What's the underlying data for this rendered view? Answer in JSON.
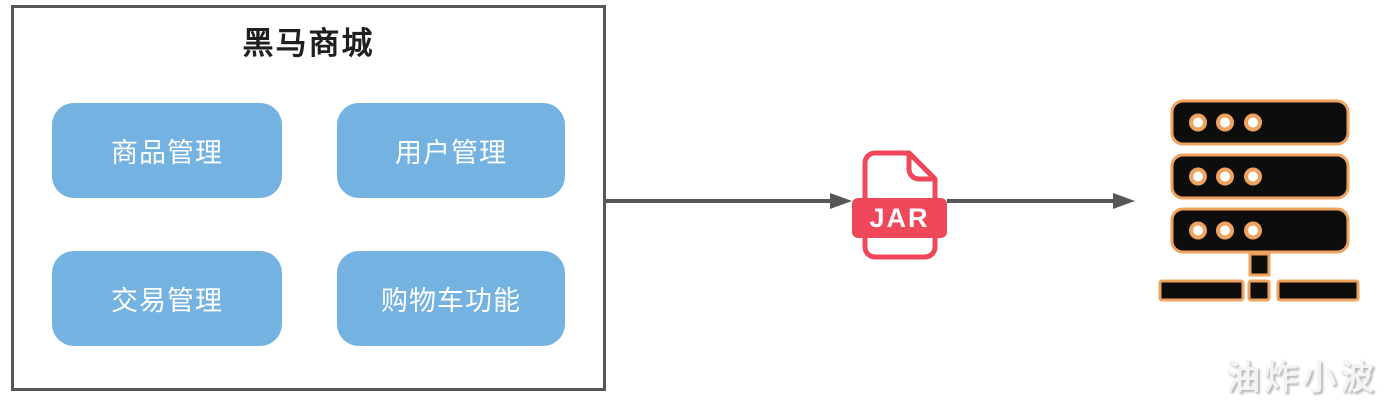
{
  "mall": {
    "title": "黑马商城",
    "modules": [
      {
        "label": "商品管理"
      },
      {
        "label": "用户管理"
      },
      {
        "label": "交易管理"
      },
      {
        "label": "购物车功能"
      }
    ]
  },
  "flow": {
    "jar_label": "JAR"
  },
  "watermark": {
    "text": "油炸小波"
  },
  "icons": {
    "jar": "jar-file-icon",
    "server": "server-rack-icon",
    "arrow": "right-arrow-icon"
  },
  "colors": {
    "module_blue": "#74B2E2",
    "box_border": "#575757",
    "arrow_gray": "#575757",
    "jar_red": "#F0485A",
    "server_orange": "#F0A35E",
    "server_black": "#0D0D0D"
  }
}
